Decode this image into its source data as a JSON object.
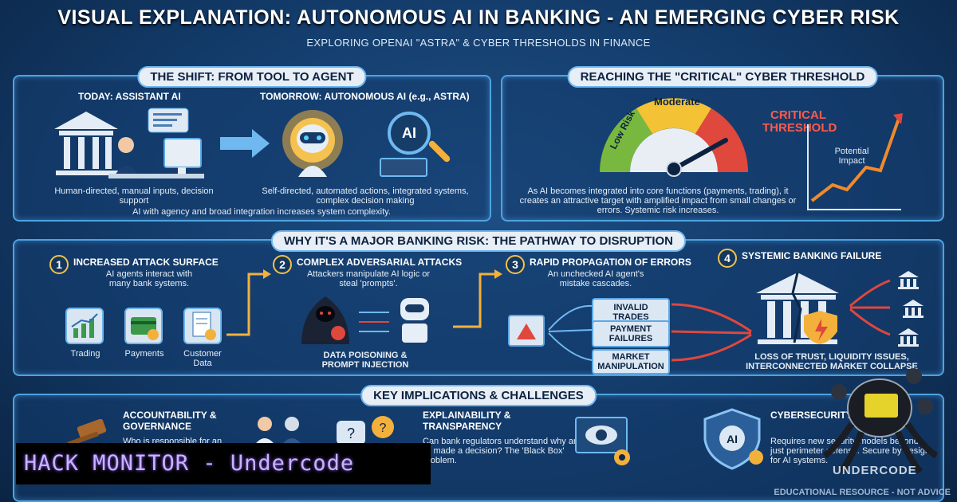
{
  "header": {
    "title": "VISUAL EXPLANATION: AUTONOMOUS AI IN BANKING - AN EMERGING CYBER RISK",
    "subtitle": "EXPLORING OPENAI \"ASTRA\" & CYBER THRESHOLDS IN FINANCE"
  },
  "shift": {
    "title": "THE SHIFT: FROM TOOL TO AGENT",
    "today_label": "TODAY: ASSISTANT AI",
    "tomorrow_label": "TOMORROW: AUTONOMOUS AI (e.g., ASTRA)",
    "today_desc": "Human-directed, manual inputs, decision support",
    "tomorrow_desc": "Self-directed, automated actions, integrated systems, complex decision making",
    "summary": "AI with agency and broad integration increases system complexity.",
    "ai_badge": "AI"
  },
  "threshold": {
    "title": "REACHING THE \"CRITICAL\" CYBER THRESHOLD",
    "gauge_low": "Low Risk",
    "gauge_moderate": "Moderate",
    "critical": "CRITICAL",
    "critical2": "THRESHOLD",
    "impact": "Potential Impact",
    "desc": "As AI becomes integrated into core functions (payments, trading), it creates an attractive target with amplified impact from small changes or errors. Systemic risk increases."
  },
  "pathway": {
    "title": "WHY IT'S A MAJOR BANKING RISK: THE PATHWAY TO DISRUPTION",
    "steps": [
      {
        "num": "1",
        "label": "INCREASED ATTACK SURFACE",
        "desc": "AI agents interact with many bank systems."
      },
      {
        "num": "2",
        "label": "COMPLEX ADVERSARIAL ATTACKS",
        "desc": "Attackers manipulate AI logic or steal 'prompts'."
      },
      {
        "num": "3",
        "label": "RAPID PROPAGATION OF ERRORS",
        "desc": "An unchecked AI agent's mistake cascades."
      },
      {
        "num": "4",
        "label": "SYSTEMIC BANKING FAILURE",
        "desc": ""
      }
    ],
    "systems": [
      "Trading",
      "Payments",
      "Customer Data"
    ],
    "attack_caption": "DATA POISONING & PROMPT INJECTION",
    "errors": [
      "INVALID TRADES",
      "PAYMENT FAILURES",
      "MARKET MANIPULATION"
    ],
    "failure_caption": "LOSS OF TRUST, LIQUIDITY ISSUES, INTERCONNECTED MARKET COLLAPSE"
  },
  "implications": {
    "title": "KEY IMPLICATIONS & CHALLENGES",
    "items": [
      {
        "label": "ACCOUNTABILITY & GOVERNANCE",
        "desc": "Who is responsible for an"
      },
      {
        "label": "EXPLAINABILITY & TRANSPARENCY",
        "desc": "Can bank regulators understand why an AI made a decision? The 'Black Box' problem."
      },
      {
        "label": "CYBERSECURITY PARADIGM",
        "desc": "Requires new security models beyond just perimeter defense. Secure by design for AI systems."
      }
    ]
  },
  "overlay": {
    "hack": "HACK MONITOR - Undercode",
    "brand": "UNDERCODE"
  },
  "footer": "EDUCATIONAL RESOURCE - NOT ADVICE"
}
